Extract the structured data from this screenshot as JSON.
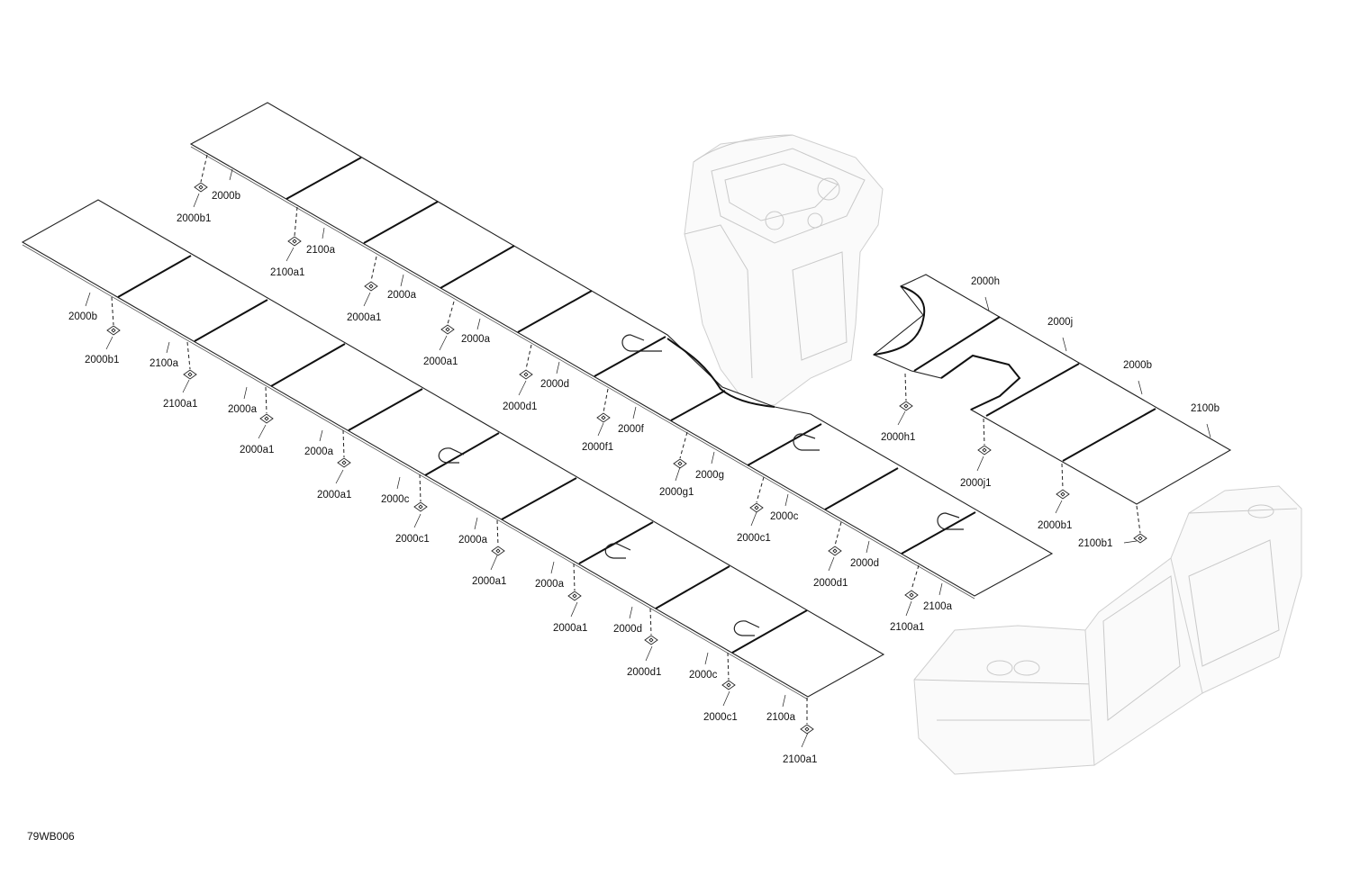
{
  "drawing_code": "79WB006",
  "callouts": [
    "2000b",
    "2000b1",
    "2100a",
    "2100a1",
    "2000a",
    "2000a1",
    "2000a",
    "2000a1",
    "2000d",
    "2000d1",
    "2000f",
    "2000f1",
    "2000g",
    "2000g1",
    "2000c",
    "2000c1",
    "2000d",
    "2000d1",
    "2100a",
    "2100a1",
    "2000b",
    "2000b1",
    "2100a",
    "2100a1",
    "2000a",
    "2000a1",
    "2000a",
    "2000a1",
    "2000c",
    "2000c1",
    "2000a",
    "2000a1",
    "2000a",
    "2000a1",
    "2000d",
    "2000d1",
    "2000c",
    "2000c1",
    "2100a",
    "2100a1",
    "2000h",
    "2000h1",
    "2000j",
    "2000j1",
    "2000b",
    "2000b1",
    "2100b",
    "2100b1"
  ]
}
